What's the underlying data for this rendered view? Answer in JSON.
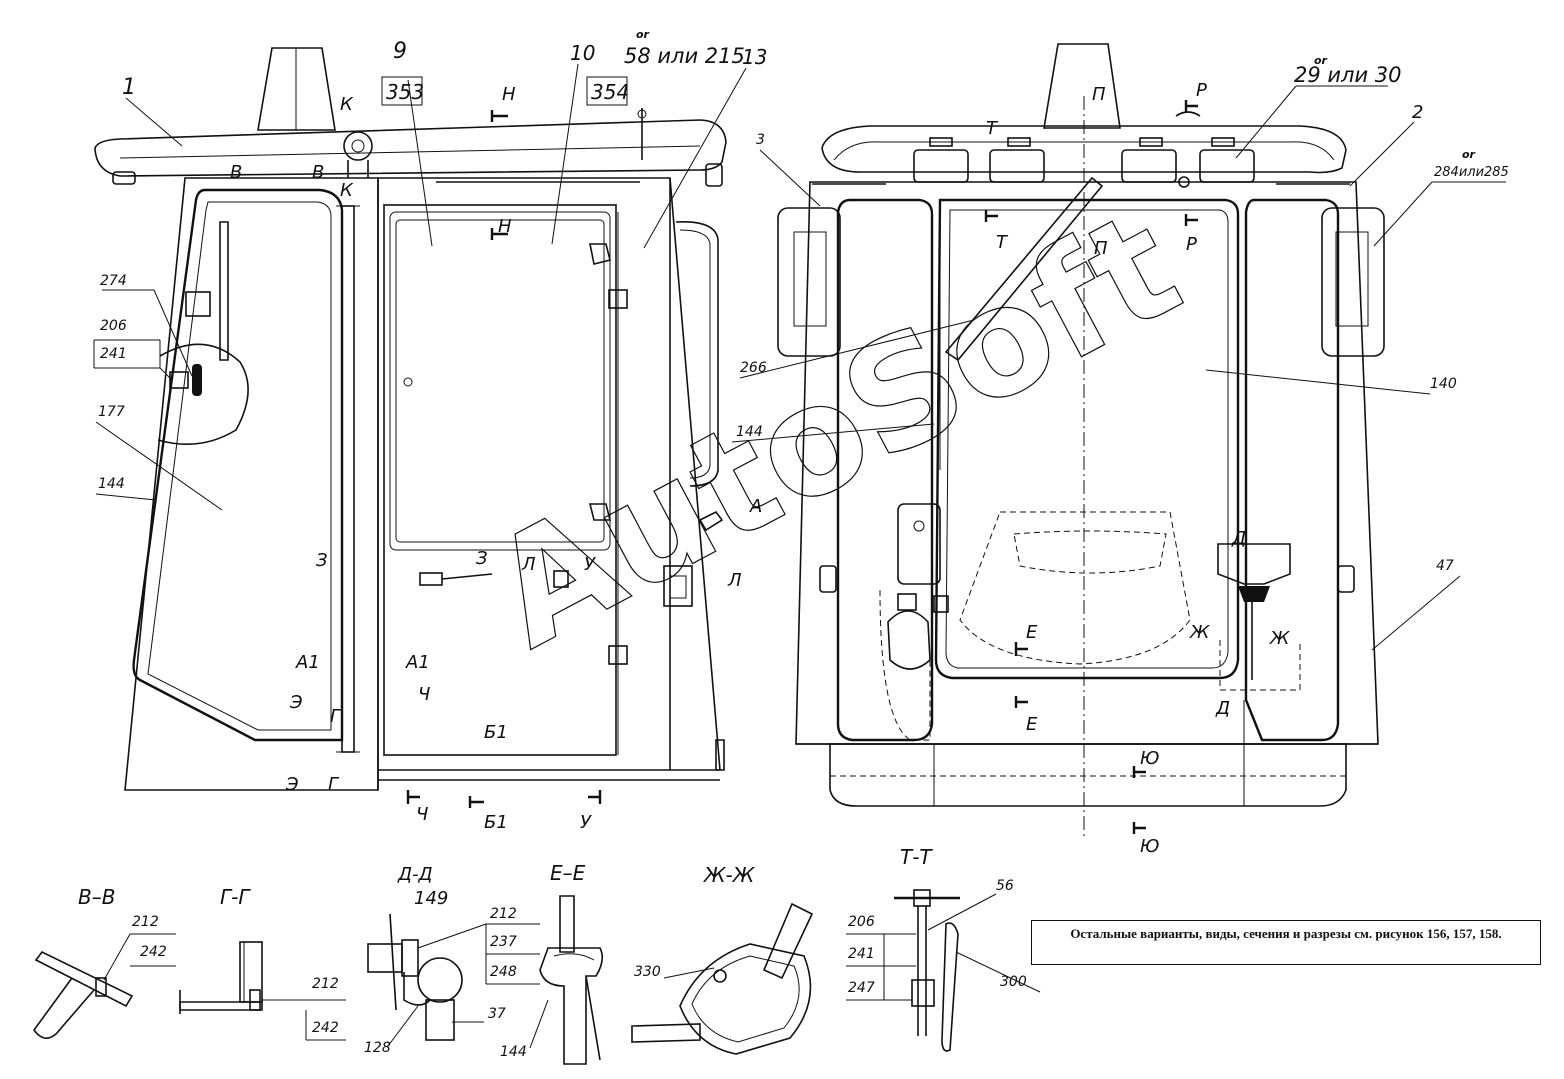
{
  "watermark": "AutoSoft",
  "note": "Остальные варианты, виды, сечения и разрезы см. рисунок 156, 157, 158.",
  "side_view_callouts": {
    "c1": "1",
    "c9": "9",
    "c353": "353",
    "c10": "10",
    "or_a": "or",
    "c58or215": "58 или 215",
    "c354": "354",
    "c13": "13",
    "c274": "274",
    "c206": "206",
    "c241": "241",
    "c177": "177",
    "c144": "144"
  },
  "front_view_callouts": {
    "or_b": "or",
    "c29or30": "29 или 30",
    "c3": "3",
    "c2": "2",
    "or_c": "or",
    "c284or285": "284или285",
    "c266": "266",
    "c140": "140",
    "c144": "144",
    "c47": "47"
  },
  "section_markers": {
    "H": "Н",
    "K": "К",
    "B": "В",
    "A": "А",
    "Z": "З",
    "L": "Л",
    "U": "У",
    "A1": "А1",
    "E_rev": "Э",
    "G": "Г",
    "CH": "Ч",
    "B1": "Б1",
    "P": "П",
    "R": "Р",
    "T": "Т",
    "D": "Д",
    "E": "Е",
    "ZH": "Ж",
    "YU": "Ю"
  },
  "sections": {
    "vv": {
      "title": "В–В",
      "c1": "212",
      "c2": "242"
    },
    "gg": {
      "title": "Г-Г",
      "c1": "212",
      "c2": "242"
    },
    "dd": {
      "title": "Д-Д",
      "c1": "149",
      "c2": "212",
      "c3": "237",
      "c4": "248",
      "c5": "37",
      "c6": "128"
    },
    "ee": {
      "title": "Е–Е",
      "c1": "144"
    },
    "zhzh": {
      "title": "Ж-Ж",
      "c1": "330"
    },
    "tt": {
      "title": "Т-Т",
      "c1": "56",
      "c2": "206",
      "c3": "241",
      "c4": "247",
      "c5": "300"
    }
  }
}
